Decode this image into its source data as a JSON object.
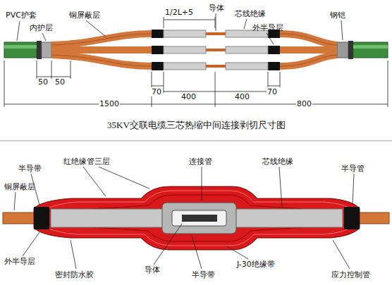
{
  "diagram": {
    "title": "35KV交联电缆三芯热缩中间连接剥切尺寸图",
    "labels": [
      "PVC护套",
      "内护层",
      "铜屏蔽层",
      "1/2L+5",
      "导体",
      "芯线绝缘",
      "外半导层",
      "钢铠",
      "50",
      "50",
      "70",
      "400",
      "400",
      "70",
      "1500",
      "800",
      "半导带",
      "红绝缘管三层",
      "连接管",
      "芯线绝缘",
      "半导管",
      "铜屏蔽层",
      "外半导层",
      "密封防水胶",
      "导体",
      "半导带",
      "J-30绝缘带",
      "应力控制管"
    ]
  }
}
